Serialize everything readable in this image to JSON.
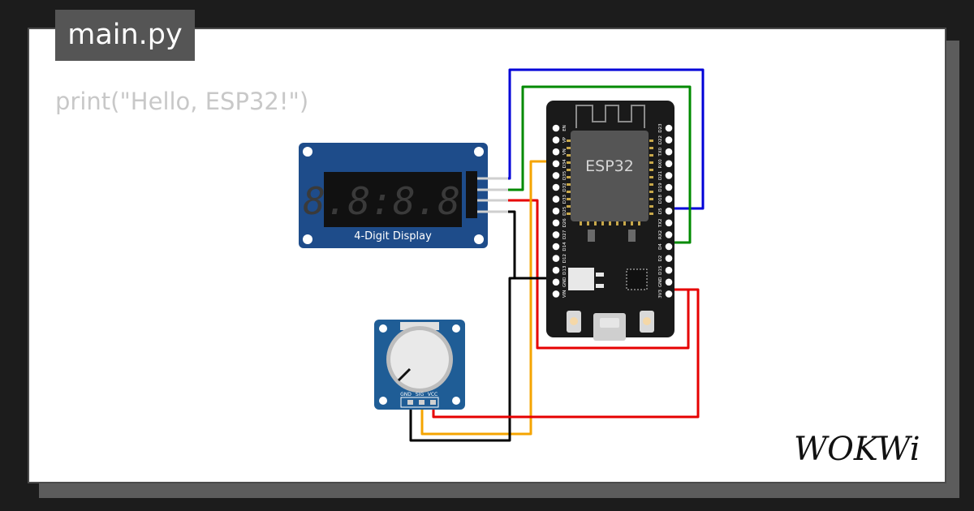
{
  "editor": {
    "filename": "main.py",
    "code": "print(\"Hello, ESP32!\")"
  },
  "display": {
    "label": "4-Digit Display",
    "digits": "8.8:8.8."
  },
  "esp32": {
    "chip_label": "ESP32",
    "left_pins": [
      "EN",
      "VP",
      "VN",
      "D34",
      "D35",
      "D32",
      "D33",
      "D25",
      "D26",
      "D27",
      "D14",
      "D12",
      "D13",
      "GND",
      "VIN"
    ],
    "right_pins": [
      "D23",
      "D22",
      "TX0",
      "RX0",
      "D21",
      "D19",
      "D18",
      "D5",
      "TX2",
      "RX2",
      "D4",
      "D2",
      "D15",
      "GND",
      "3V3"
    ]
  },
  "potentiometer": {
    "pins": [
      "GND",
      "SIG",
      "VCC"
    ]
  },
  "brand": {
    "logo_text": "WOKWi"
  },
  "colors": {
    "wire_blue": "#0000d8",
    "wire_green": "#008a00",
    "wire_red": "#e60000",
    "wire_orange": "#f5a400",
    "wire_black": "#000000",
    "display_board": "#1e4c8a",
    "pot_board": "#1f5d96",
    "esp_board": "#1a1a1a"
  }
}
